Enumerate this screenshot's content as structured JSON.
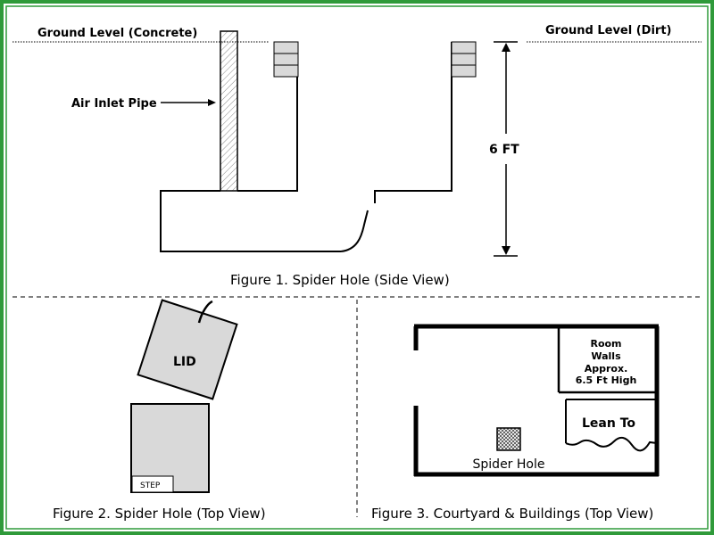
{
  "figure1": {
    "caption": "Figure 1.  Spider Hole (Side View)",
    "ground_left": "Ground Level (Concrete)",
    "ground_right": "Ground Level (Dirt)",
    "pipe_label": "Air Inlet Pipe",
    "depth_label": "6 FT"
  },
  "figure2": {
    "caption": "Figure 2.  Spider Hole (Top View)",
    "lid_label": "LID",
    "step_label": "STEP"
  },
  "figure3": {
    "caption": "Figure 3.  Courtyard & Buildings (Top View)",
    "room_line1": "Room",
    "room_line2": "Walls",
    "room_line3": "Approx.",
    "room_line4": "6.5 Ft High",
    "lean_to_label": "Lean To",
    "spider_hole_label": "Spider Hole"
  },
  "colors": {
    "border_green": "#2f9a3a",
    "fill_gray": "#d9d9d9"
  }
}
